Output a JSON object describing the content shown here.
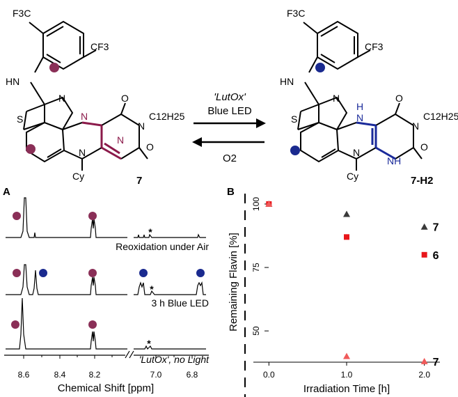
{
  "colors": {
    "oxidized_dot": "#8a2f57",
    "reduced_dot": "#1a2a8f",
    "oxidized_bond": "#8b1a4a",
    "reduced_bond": "#1a2a9a",
    "series_black": "#3a3a3a",
    "series_red": "#e8161a",
    "series_lightred": "#f05a5a"
  },
  "scheme": {
    "left": {
      "cf3_top": "F3C",
      "cf3_side": "CF3",
      "hn": "HN",
      "s": "S",
      "n_thiazole": "N",
      "n_ring_top": "N",
      "n_ring_mid": "N",
      "n_bottom": "N",
      "o_top": "O",
      "o_right": "O",
      "n_imide": "N",
      "c12": "C12H25",
      "cy": "Cy",
      "label": "7"
    },
    "right": {
      "cf3_top": "F3C",
      "cf3_side": "CF3",
      "hn": "HN",
      "s": "S",
      "n_thiazole": "N",
      "nh_top": "H",
      "nh_top_n": "N",
      "n_bottom": "N",
      "nh_mid": "NH",
      "o_top": "O",
      "o_right": "O",
      "n_imide": "N",
      "c12": "C12H25",
      "cy": "Cy",
      "label": "7-H2"
    },
    "arrow_top_label": "'LutOx'",
    "arrow_top_label2": "Blue LED",
    "arrow_bottom_label": "O2"
  },
  "panel_a": {
    "letter": "A",
    "traces": [
      {
        "label": "Reoxidation under Air"
      },
      {
        "label": "3 h Blue LED"
      },
      {
        "label": "'LutOx', no Light"
      }
    ],
    "star": "*",
    "x_ticks": [
      "8.6",
      "8.4",
      "8.2",
      "7.0",
      "6.8"
    ],
    "xlabel": "Chemical Shift [ppm]"
  },
  "chart_data": {
    "type": "scatter",
    "panel_letter": "B",
    "xlabel": "Irradiation Time [h]",
    "ylabel": "Remaining Flavin [%]",
    "x_ticks": [
      "0.0",
      "1.0",
      "2.0"
    ],
    "y_ticks": [
      "100",
      "75",
      "50"
    ],
    "xlim": [
      -0.2,
      2.2
    ],
    "ylim": [
      30,
      103
    ],
    "series": [
      {
        "name": "7",
        "marker": "triangle",
        "color": "#3a3a3a",
        "x": [
          0,
          1,
          2
        ],
        "y": [
          100,
          96,
          91
        ]
      },
      {
        "name": "6",
        "marker": "square",
        "color": "#e8161a",
        "x": [
          0,
          1,
          2
        ],
        "y": [
          100,
          87,
          80
        ]
      },
      {
        "name": "7",
        "marker": "triangle",
        "color": "#f05a5a",
        "x": [
          0,
          1,
          2
        ],
        "y": [
          100,
          40,
          38
        ]
      }
    ]
  }
}
